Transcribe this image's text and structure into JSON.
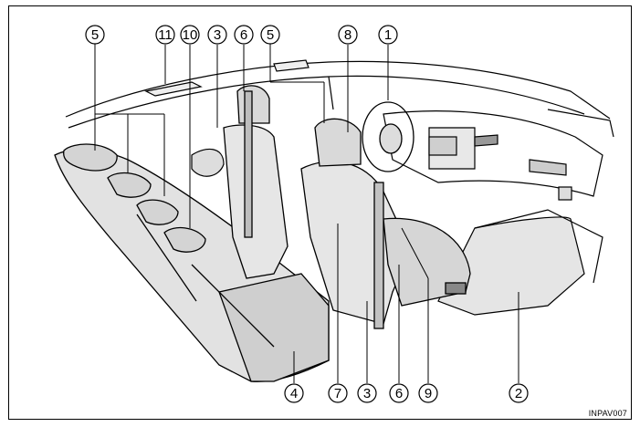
{
  "figure": {
    "code": "INPAV007",
    "callouts": {
      "seats_top_left": "5",
      "handle_rear": "11",
      "airbag_curtain": "10",
      "pillar": "3",
      "headrest_belt": "6",
      "seats_top_mid": "5",
      "headrest_front": "8",
      "steering": "1",
      "rear_seat_base": "4",
      "seat_side": "7",
      "seat_bottom": "3",
      "belt_bottom": "6",
      "seat_control": "9",
      "floor": "2"
    }
  }
}
